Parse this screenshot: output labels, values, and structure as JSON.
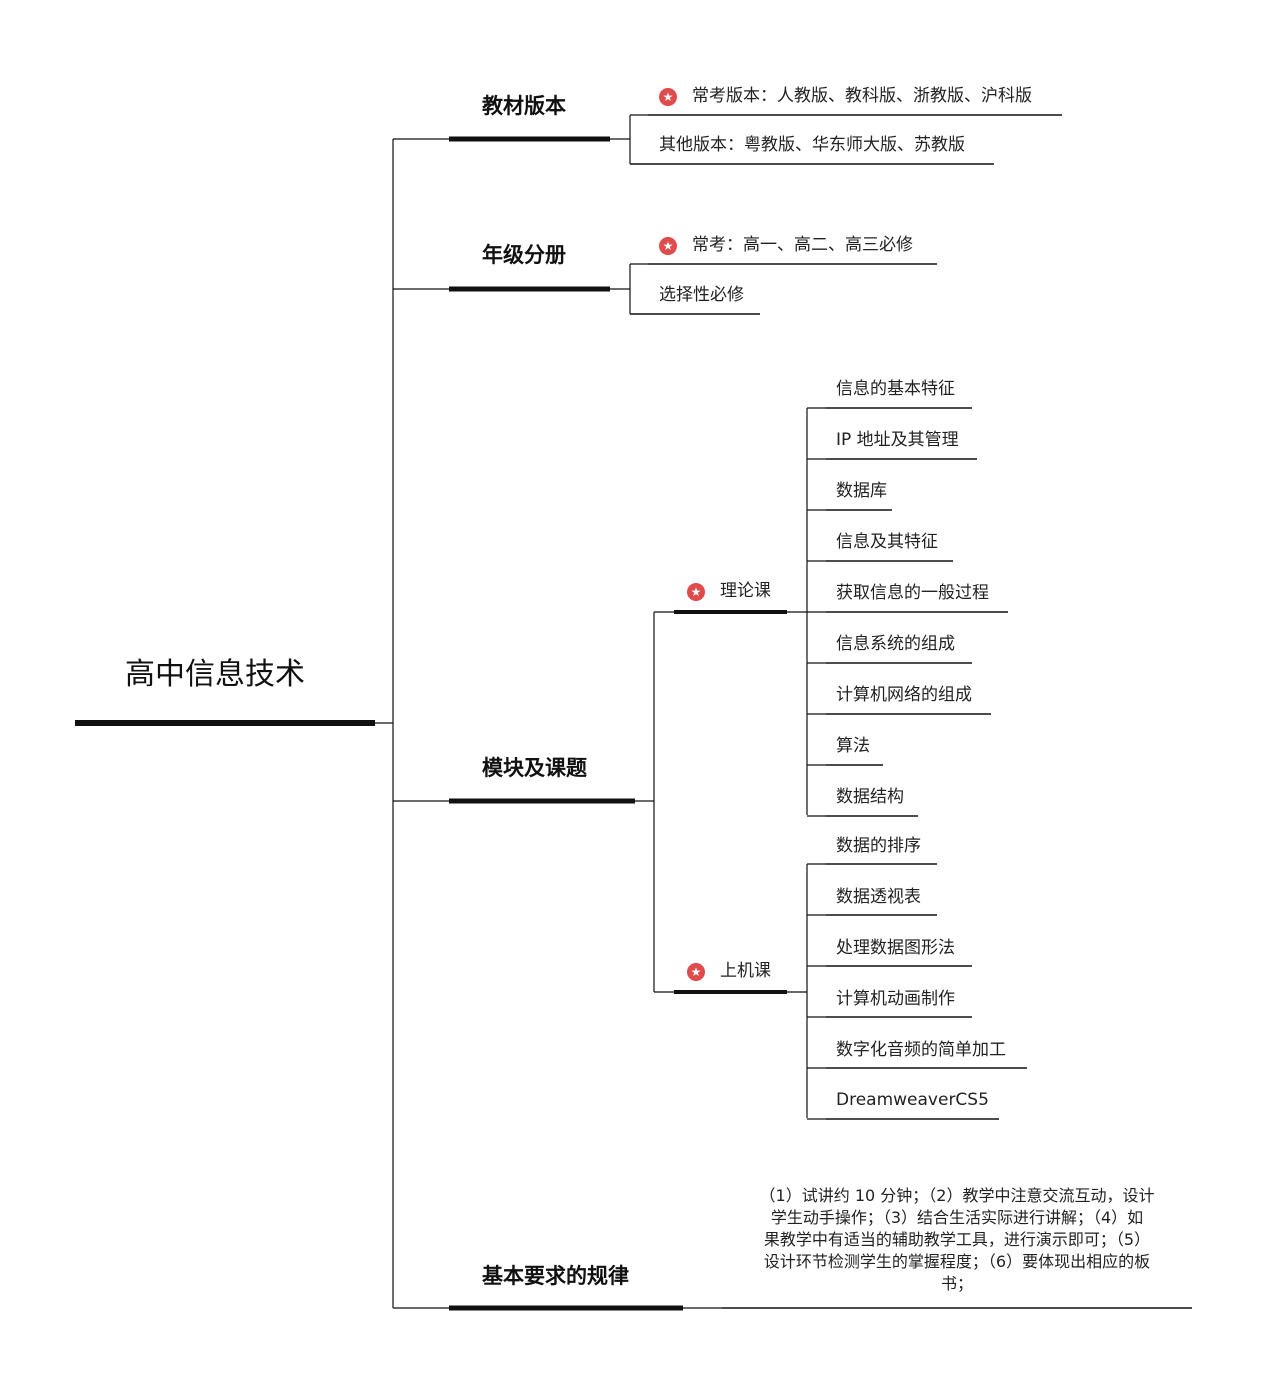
{
  "root": {
    "title": "高中信息技术"
  },
  "branches": {
    "textbook": {
      "title": "教材版本",
      "items": [
        {
          "label": "常考版本：人教版、教科版、浙教版、沪科版",
          "starred": true
        },
        {
          "label": "其他版本：粤教版、华东师大版、苏教版",
          "starred": false
        }
      ]
    },
    "grade": {
      "title": "年级分册",
      "items": [
        {
          "label": "常考：高一、高二、高三必修",
          "starred": true
        },
        {
          "label": "选择性必修",
          "starred": false
        }
      ]
    },
    "modules": {
      "title": "模块及课题",
      "theory": {
        "label": "理论课",
        "starred": true,
        "items": [
          "信息的基本特征",
          "IP 地址及其管理",
          "数据库",
          "信息及其特征",
          "获取信息的一般过程",
          "信息系统的组成",
          "计算机网络的组成",
          "算法",
          "数据结构"
        ]
      },
      "lab": {
        "label": "上机课",
        "starred": true,
        "items": [
          "数据的排序",
          "数据透视表",
          "处理数据图形法",
          "计算机动画制作",
          "数字化音频的简单加工",
          "DreamweaverCS5"
        ]
      }
    },
    "requirements": {
      "title": "基本要求的规律",
      "text_lines": [
        "（1）试讲约 10 分钟；（2）教学中注意交流互动，设计",
        "学生动手操作；（3）结合生活实际进行讲解；（4）如",
        "果教学中有适当的辅助教学工具，进行演示即可；（5）",
        "设计环节检测学生的掌握程度；（6）要体现出相应的板",
        "书；"
      ]
    }
  },
  "colors": {
    "line": "#111111",
    "star": "#e04b4b"
  }
}
